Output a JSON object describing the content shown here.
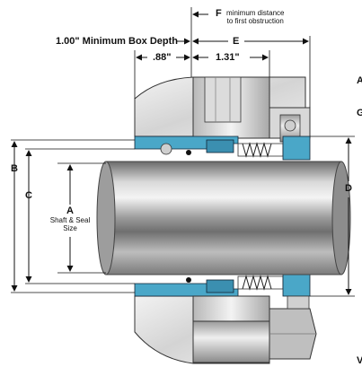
{
  "labels": {
    "f_letter": "F",
    "f_note_line1": "minimum distance",
    "f_note_line2": "to first obstruction",
    "box_depth": "1.00\" Minimum Box Depth",
    "e_letter": "E",
    "dim_088": ".88\"",
    "dim_131": "1.31\"",
    "b_letter": "B",
    "c_letter": "C",
    "a_letter": "A",
    "a_caption_line1": "Shaft & Seal",
    "a_caption_line2": "Size",
    "d_letter": "D",
    "g_letter_partial": "G",
    "top_right_partial": "A",
    "bottom_right_partial": "V"
  },
  "colors": {
    "seal_blue": "#4aa7c8",
    "housing_light": "#e6e6e6",
    "housing_mid": "#c8c8c8",
    "shaft_dark": "#5c5c5c",
    "shaft_light": "#eeeeee",
    "line": "#111111"
  }
}
